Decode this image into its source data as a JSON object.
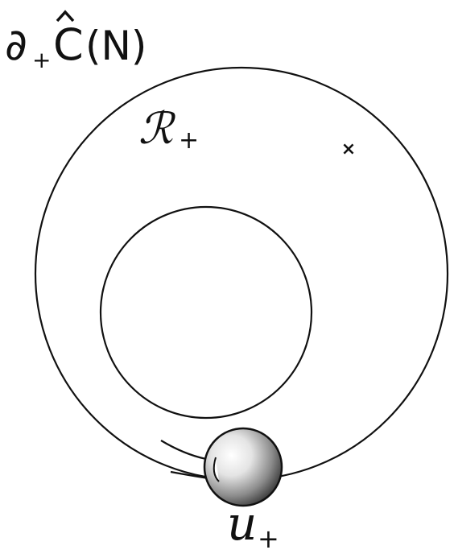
{
  "labels": {
    "boundary_base": "∂",
    "boundary_sub": "+",
    "boundary_hat": "C",
    "boundary_paren": "(N)",
    "region_base": "ℛ",
    "region_sub": "+",
    "point_base": "u",
    "point_sub": "+",
    "marker": "×"
  },
  "colors": {
    "stroke": "#111111",
    "background": "#ffffff"
  }
}
